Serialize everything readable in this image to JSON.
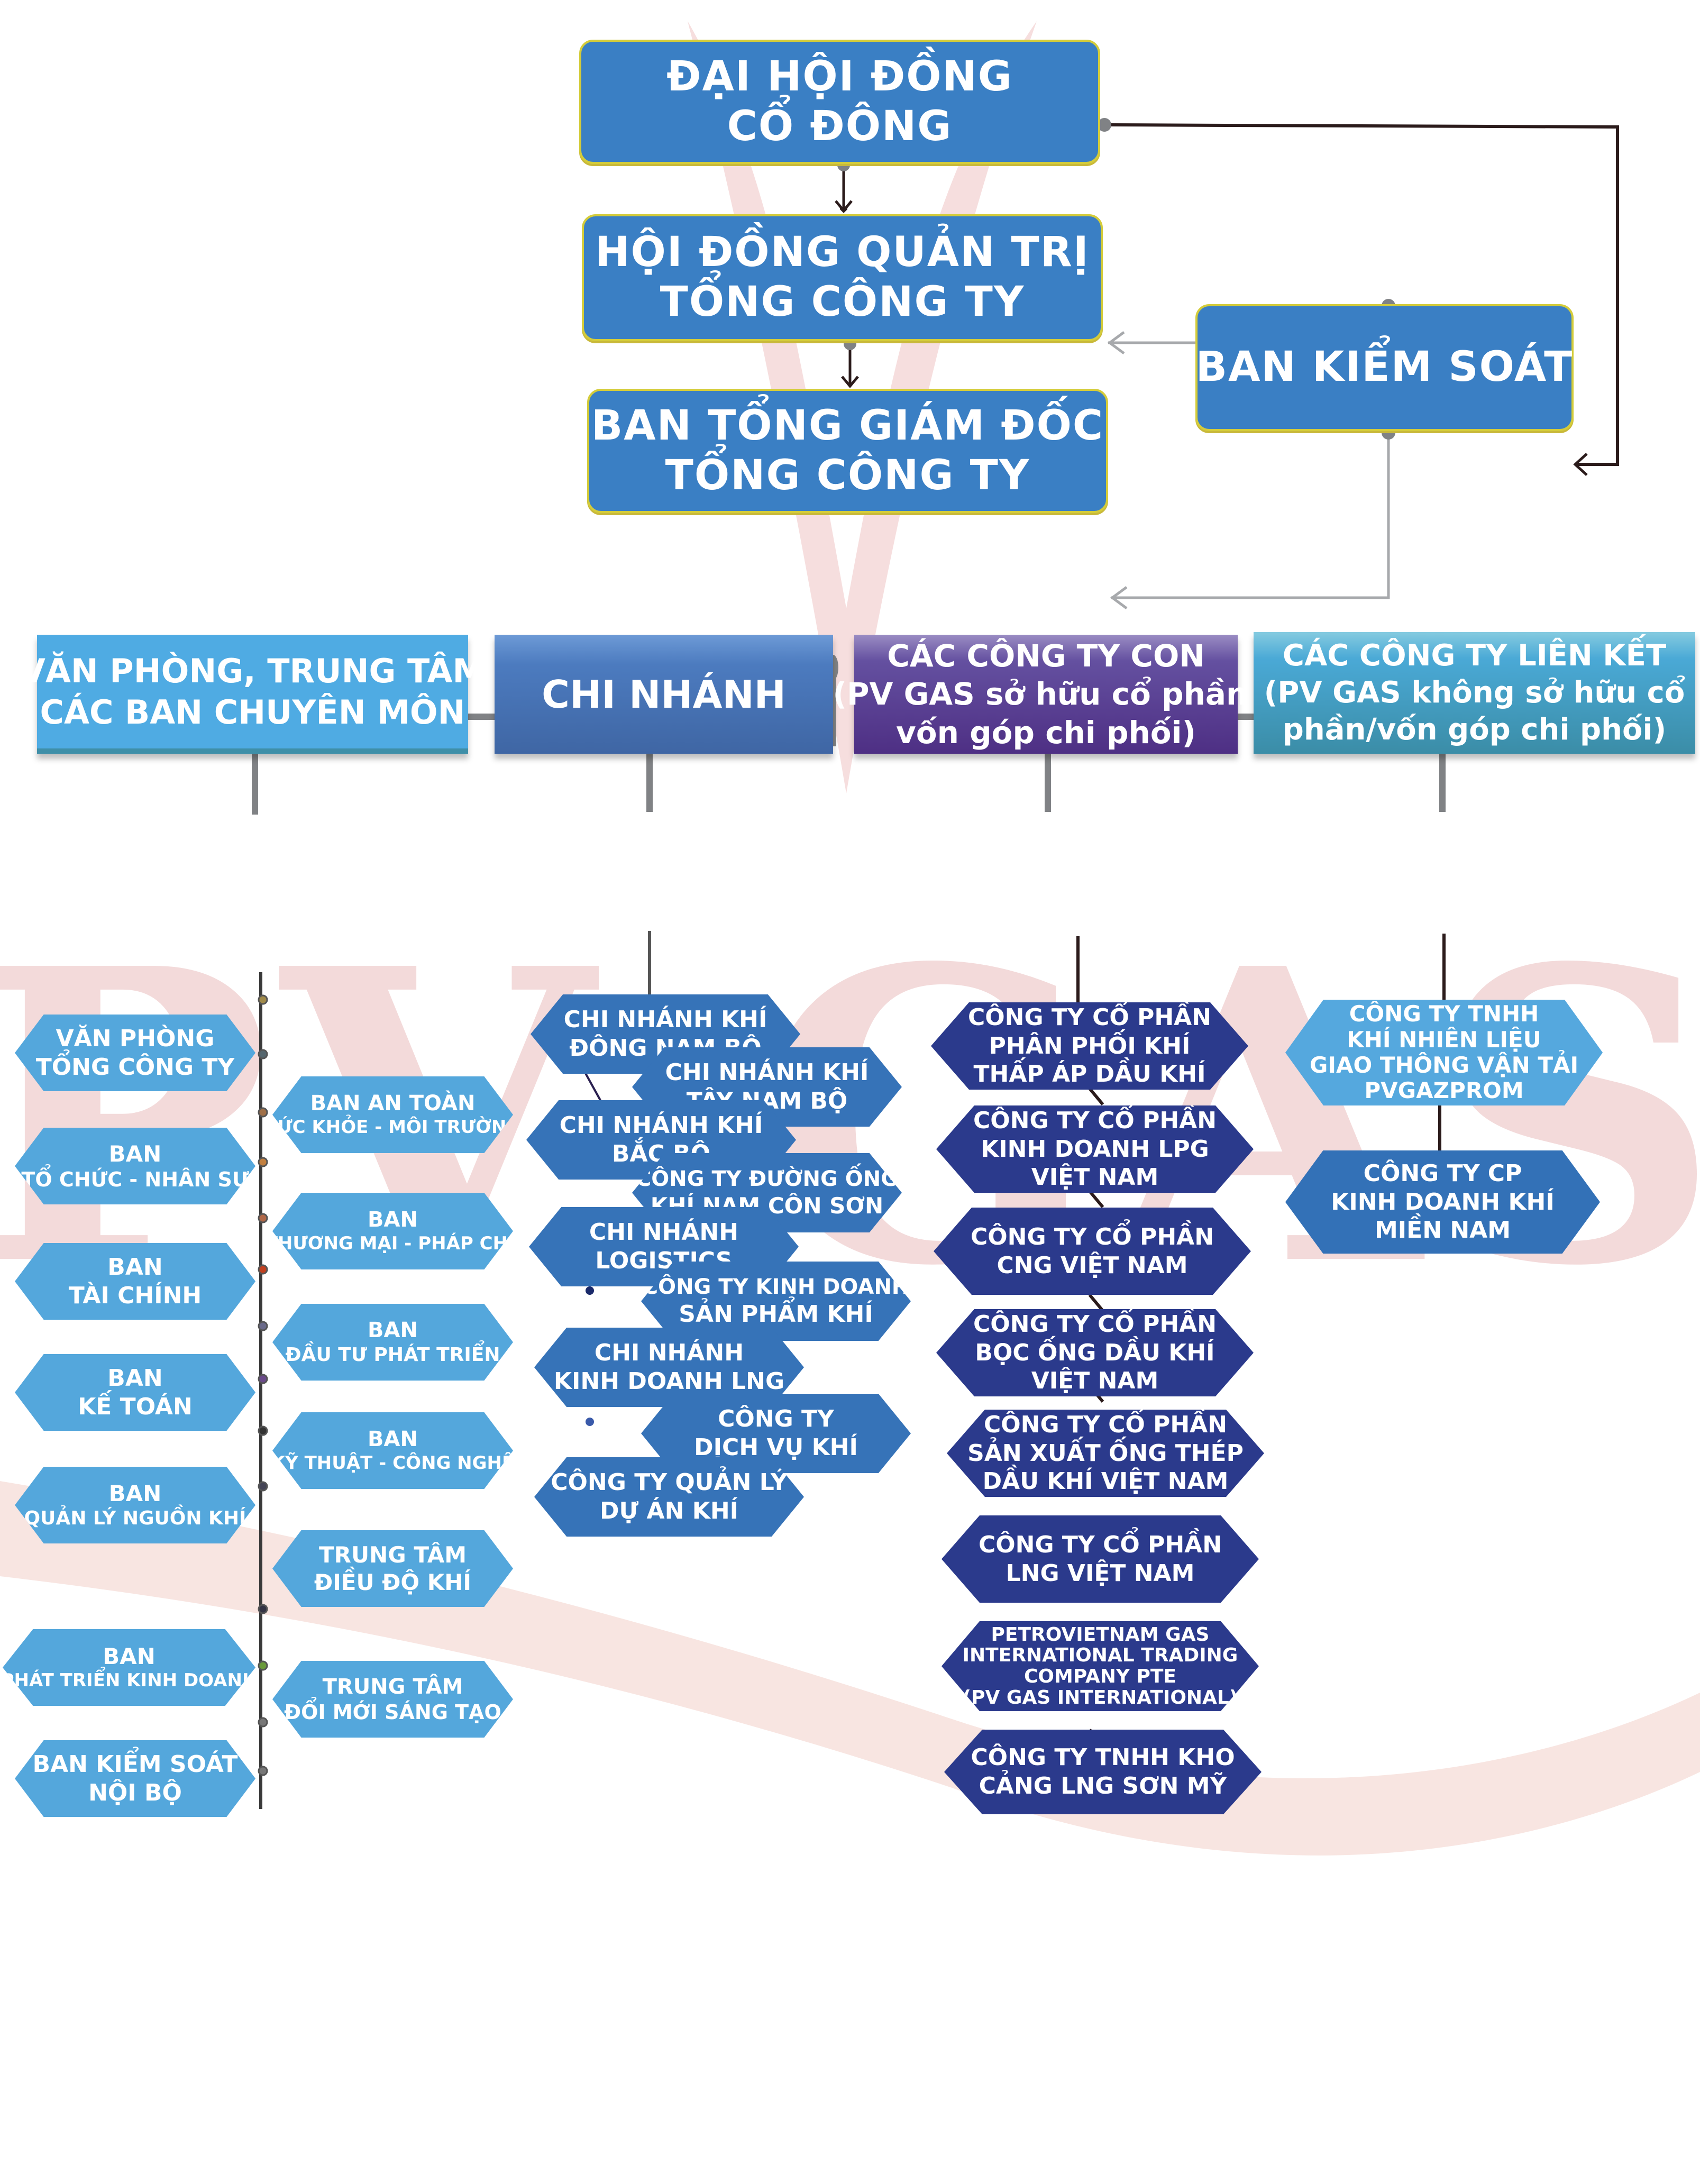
{
  "watermark": {
    "text": "PV GAS",
    "color": "#f3dada"
  },
  "colors": {
    "top_box": "#3a7fc4",
    "top_box_border": "#d4cc3a",
    "offices": "#54a7dc",
    "branches": "#3673b8",
    "subsidiaries": "#2b3a8c",
    "associates_1": "#55a8de",
    "associates_2": "#3371b7",
    "connector_gray": "#808285",
    "connector_dark": "#2b1b1b"
  },
  "governance": {
    "general_meeting": [
      "ĐẠI HỘI ĐỒNG",
      "CỔ ĐÔNG"
    ],
    "board_of_directors": [
      "HỘI ĐỒNG QUẢN TRỊ",
      "TỔNG CÔNG TY"
    ],
    "supervisory_board": [
      "BAN KIỂM SOÁT"
    ],
    "executive_board": [
      "BAN TỔNG GIÁM ĐỐC",
      "TỔNG CÔNG TY"
    ]
  },
  "categories": {
    "offices": {
      "title": [
        "VĂN PHÒNG, TRUNG TÂM",
        "CÁC BAN CHUYÊN MÔN"
      ],
      "left_items": [
        [
          "VĂN PHÒNG",
          "TỔNG CÔNG TY"
        ],
        [
          "BAN",
          "TỔ CHỨC - NHÂN SỰ"
        ],
        [
          "BAN",
          "TÀI CHÍNH"
        ],
        [
          "BAN",
          "KẾ TOÁN"
        ],
        [
          "BAN",
          "QUẢN LÝ NGUỒN KHÍ"
        ],
        [
          "BAN",
          "PHÁT TRIỂN KINH DOANH"
        ],
        [
          "BAN KIỂM SOÁT",
          "NỘI BỘ"
        ]
      ],
      "right_items": [
        [
          "BAN AN TOÀN",
          "SỨC KHỎE - MÔI TRƯỜNG"
        ],
        [
          "BAN",
          "THƯƠNG MẠI - PHÁP CHẾ"
        ],
        [
          "BAN",
          "ĐẦU TƯ PHÁT TRIỂN"
        ],
        [
          "BAN",
          "KỸ THUẬT - CÔNG NGHỆ"
        ],
        [
          "TRUNG TÂM",
          "ĐIỀU ĐỘ KHÍ"
        ],
        [
          "TRUNG TÂM",
          "ĐỔI MỚI SÁNG TẠO"
        ]
      ]
    },
    "branches": {
      "title": [
        "CHI NHÁNH"
      ],
      "items": [
        [
          "CHI NHÁNH KHÍ",
          "ĐÔNG NAM BỘ"
        ],
        [
          "CHI NHÁNH KHÍ",
          "TÂY NAM BỘ"
        ],
        [
          "CHI NHÁNH KHÍ",
          "BẮC BỘ"
        ],
        [
          "CÔNG TY ĐƯỜNG ỐNG",
          "KHÍ NAM CÔN SƠN"
        ],
        [
          "CHI NHÁNH",
          "LOGISTICS"
        ],
        [
          "CÔNG TY KINH DOANH",
          "SẢN PHẨM KHÍ"
        ],
        [
          "CHI NHÁNH",
          "KINH DOANH LNG"
        ],
        [
          "CÔNG TY",
          "DỊCH VỤ KHÍ"
        ],
        [
          "CÔNG TY QUẢN LÝ",
          "DỰ ÁN KHÍ"
        ]
      ]
    },
    "subsidiaries": {
      "title": [
        "CÁC CÔNG TY CON",
        "(PV GAS sở hữu cổ phần/",
        "vốn góp chi phối)"
      ],
      "items": [
        [
          "CÔNG TY CỔ PHẦN",
          "PHÂN PHỐI KHÍ",
          "THẤP ÁP DẦU KHÍ"
        ],
        [
          "CÔNG TY CỔ PHẦN",
          "KINH DOANH LPG",
          "VIỆT NAM"
        ],
        [
          "CÔNG TY CỔ PHẦN",
          "CNG VIỆT NAM"
        ],
        [
          "CÔNG TY CỔ PHẦN",
          "BỌC ỐNG DẦU KHÍ",
          "VIỆT NAM"
        ],
        [
          "CÔNG TY CỔ PHẦN",
          "SẢN XUẤT ỐNG THÉP",
          "DẦU KHÍ VIỆT NAM"
        ],
        [
          "CÔNG TY CỔ PHẦN",
          "LNG VIỆT NAM"
        ],
        [
          "PETROVIETNAM GAS",
          "INTERNATIONAL TRADING",
          "COMPANY PTE",
          "(PV GAS INTERNATIONAL)"
        ],
        [
          "CÔNG TY TNHH KHO",
          "CẢNG LNG SƠN MỸ"
        ]
      ]
    },
    "associates": {
      "title": [
        "CÁC CÔNG TY LIÊN KẾT",
        "(PV GAS không sở hữu cổ",
        "phần/vốn góp chi phối)"
      ],
      "items": [
        [
          "CÔNG TY TNHH",
          "KHÍ NHIÊN LIỆU",
          "GIAO THÔNG VẬN TẢI",
          "PVGAZPROM"
        ],
        [
          "CÔNG TY CP",
          "KINH DOANH KHÍ",
          "MIỀN NAM"
        ]
      ]
    }
  }
}
